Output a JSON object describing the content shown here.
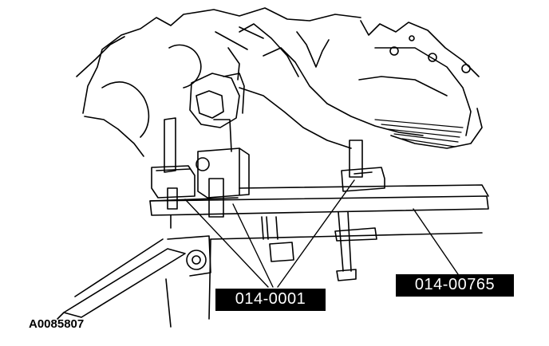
{
  "labels": {
    "tool_part_a": "014-0001",
    "tool_part_b": "014-00765",
    "figure_id": "A0085807"
  }
}
